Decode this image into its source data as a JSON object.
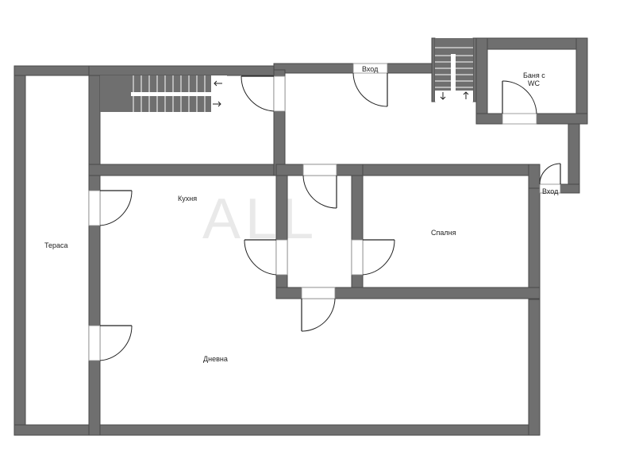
{
  "labels": {
    "terrace": "Тераса",
    "kitchen": "Кухня",
    "living": "Дневна",
    "bedroom": "Спалня",
    "bath_line1": "Баня с",
    "bath_line2": "WC",
    "entrance_top": "Вход",
    "entrance_right": "Вход"
  },
  "watermark": "ALL"
}
